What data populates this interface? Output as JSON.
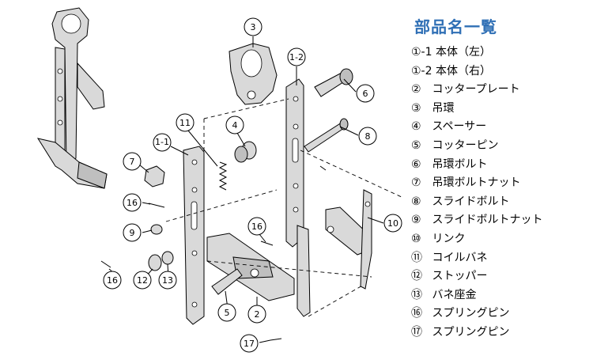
{
  "parts_list": {
    "title": "部品名一覧",
    "items": [
      {
        "num": "①-1",
        "name": "本体（左）"
      },
      {
        "num": "①-2",
        "name": "本体（右）"
      },
      {
        "num": "②",
        "name": "コッタープレート"
      },
      {
        "num": "③",
        "name": "吊環"
      },
      {
        "num": "④",
        "name": "スペーサー"
      },
      {
        "num": "⑤",
        "name": "コッターピン"
      },
      {
        "num": "⑥",
        "name": "吊環ボルト"
      },
      {
        "num": "⑦",
        "name": "吊環ボルトナット"
      },
      {
        "num": "⑧",
        "name": "スライドボルト"
      },
      {
        "num": "⑨",
        "name": "スライドボルトナット"
      },
      {
        "num": "⑩",
        "name": "リンク"
      },
      {
        "num": "⑪",
        "name": "コイルバネ"
      },
      {
        "num": "⑫",
        "name": "ストッパー"
      },
      {
        "num": "⑬",
        "name": "バネ座金"
      },
      {
        "num": "⑯",
        "name": "スプリングピン"
      },
      {
        "num": "⑰",
        "name": "スプリングピン"
      }
    ]
  },
  "callouts": {
    "c3": "3",
    "c12a": "1-2",
    "c6": "6",
    "c11": "11",
    "c4": "4",
    "c11b": "1-1",
    "c8": "8",
    "c7": "7",
    "c16a": "16",
    "c10": "10",
    "c9": "9",
    "c16b": "16",
    "c16c": "16",
    "c12": "12",
    "c13": "13",
    "c5": "5",
    "c2": "2",
    "c17": "17"
  }
}
